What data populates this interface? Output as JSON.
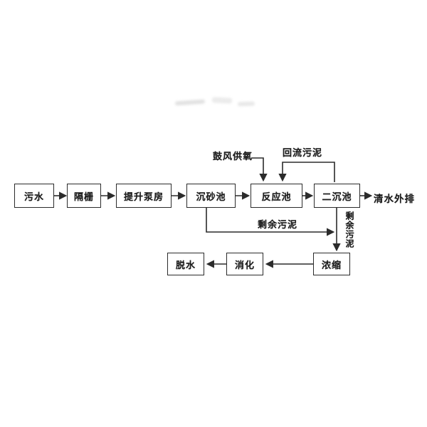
{
  "diagram": {
    "type": "process-flowchart",
    "subject": "wastewater treatment process flow",
    "background_color": "#ffffff",
    "line_color": "#2b2b2b",
    "text_color": "#1e1e1e",
    "nodes": {
      "sewage": {
        "label": "污水"
      },
      "bar_screen": {
        "label": "隔栅"
      },
      "lift_pump_station": {
        "label": "提升泵房"
      },
      "grit_chamber": {
        "label": "沉砂池"
      },
      "reaction_tank": {
        "label": "反应池"
      },
      "secondary_clarifier": {
        "label": "二沉池"
      },
      "thickening": {
        "label": "浓缩"
      },
      "digestion": {
        "label": "消化"
      },
      "dewatering": {
        "label": "脱水"
      }
    },
    "labels": {
      "effluent": "清水外排",
      "blast_oxygen": "鼓风供氧",
      "return_sludge": "回流污泥",
      "excess_sludge": "剩余污泥",
      "excess_sludge_vertical": "剩余污泥"
    },
    "flows": [
      "污水 → 隔栅 → 提升泵房 → 沉砂池 → 反应池 → 二沉池 → 清水外排",
      "鼓风供氧 → 反应池",
      "二沉池 → 回流污泥 → 反应池",
      "沉砂池 → 剩余污泥 → 浓缩",
      "二沉池 → 剩余污泥 → 浓缩",
      "浓缩 → 消化 → 脱水"
    ]
  }
}
